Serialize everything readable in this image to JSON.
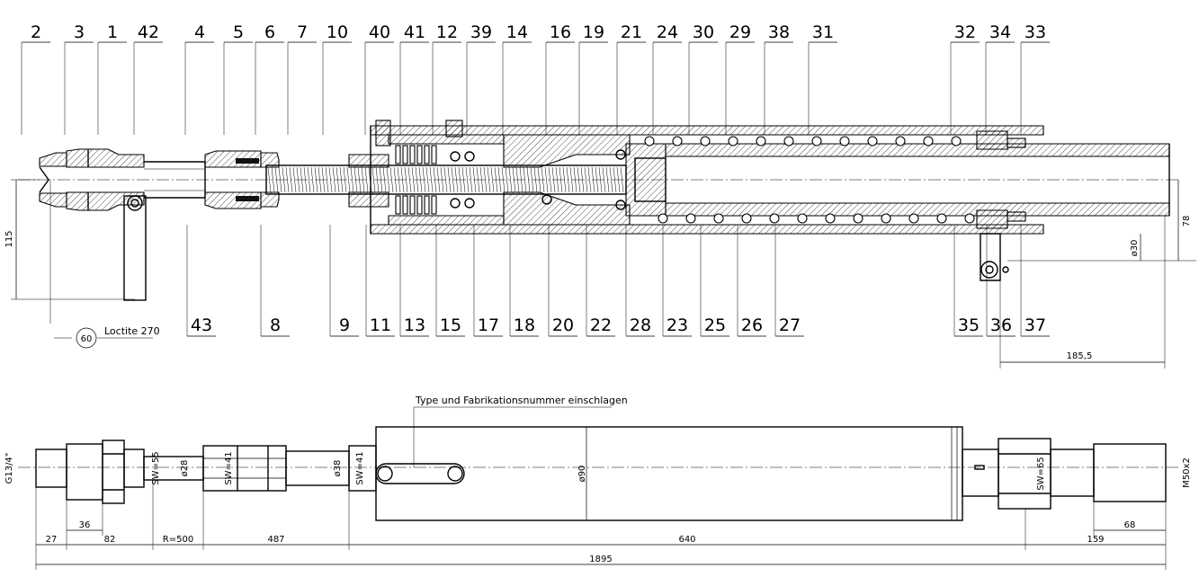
{
  "top_labels": [
    "2",
    "3",
    "1",
    "42",
    "4",
    "5",
    "6",
    "7",
    "10",
    "40",
    "41",
    "12",
    "39",
    "14",
    "16",
    "19",
    "21",
    "24",
    "30",
    "29",
    "38",
    "31",
    "32",
    "34",
    "33"
  ],
  "bottom_labels": [
    "43",
    "8",
    "9",
    "11",
    "13",
    "15",
    "17",
    "18",
    "20",
    "22",
    "28",
    "23",
    "25",
    "26",
    "27",
    "35",
    "36",
    "37"
  ],
  "callout": {
    "number": "60",
    "text": "Loctite 270"
  },
  "top_dims": {
    "height": "115",
    "bore": "ø30",
    "offset": "78",
    "tail": "185,5"
  },
  "note": "Type und Fabrikationsnummer einschlagen",
  "bottom_dims": {
    "thread_left": "G13/4\"",
    "sw55": "SW=55",
    "d28": "ø28",
    "sw41a": "SW=41",
    "d38": "ø38",
    "sw41b": "SW=41",
    "d90": "ø90",
    "sw65": "SW=65",
    "thread_right": "M50x2",
    "d27": "27",
    "d36": "36",
    "d82": "82",
    "r500": "R=500",
    "d487": "487",
    "d640": "640",
    "d159": "159",
    "d68": "68",
    "total": "1895"
  }
}
